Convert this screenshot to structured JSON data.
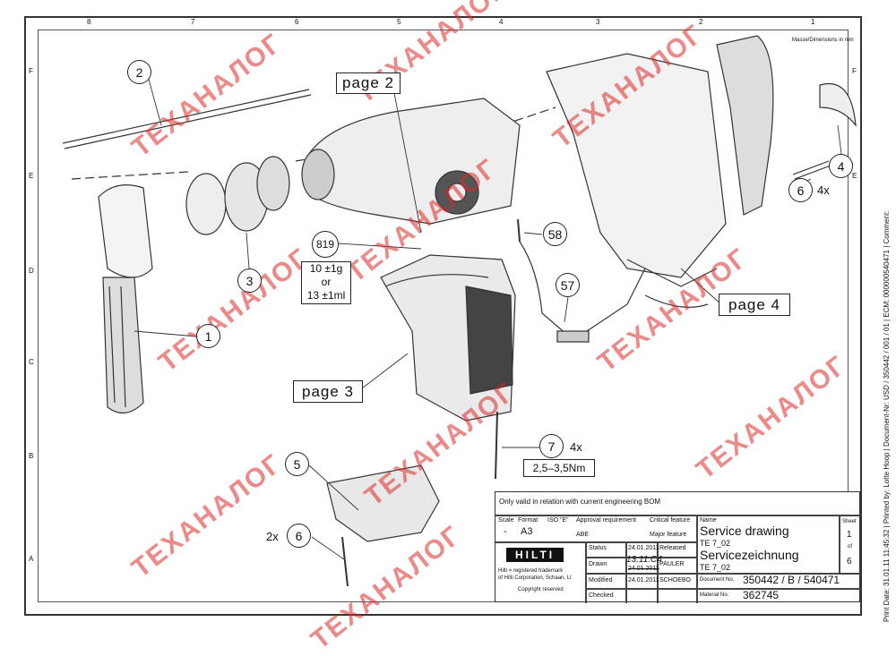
{
  "frame": {
    "columns": [
      "8",
      "7",
      "6",
      "5",
      "4",
      "3",
      "2",
      "1"
    ],
    "rows": [
      "F",
      "E",
      "D",
      "C",
      "B",
      "A"
    ],
    "dimensions_note": "Masse/Dimensions in mm"
  },
  "callouts": {
    "c1": "1",
    "c2": "2",
    "c3": "3",
    "c4": "4",
    "c5": "5",
    "c6a": "6",
    "c6b": "6",
    "c7": "7",
    "c57": "57",
    "c58": "58",
    "c819": "819"
  },
  "quantities": {
    "q6right": "4x",
    "q7": "4x",
    "q6left": "2x"
  },
  "pages": {
    "p2": "page 2",
    "p3": "page 3",
    "p4": "page 4"
  },
  "notes": {
    "grease_line1": "10 ±1g",
    "grease_line2": "or",
    "grease_line3": "13 ±1ml",
    "torque": "2,5–3,5Nm"
  },
  "watermark": "ТЕХАНАЛОГ",
  "title_block": {
    "validity": "Only valid in relation with current engineering BOM",
    "scale_label": "Scale",
    "scale_value": "-",
    "format_label": "Format",
    "format_value": "A3",
    "iso_label": "ISO \"E\"",
    "approval": "Approval requirement",
    "abe": "ABE",
    "critical": "Critical feature",
    "major": "Major feature",
    "logo": "HILTI",
    "trademark1": "Hilti = registered trademark",
    "trademark2": "of Hilti Corporation, Schaan, LI",
    "copyright": "Copyright reserved",
    "status_label": "Status",
    "status_date": "24.01.2011",
    "status_value": "Released",
    "drawn_label": "Drawn",
    "drawn_date": "24.01.2011",
    "drawn_sig": "13.11.C4",
    "drawn_name": "PAULER",
    "modified_label": "Modified",
    "modified_date": "24.01.2011",
    "modified_name": "SCHOEBO",
    "checked_label": "Checked",
    "name_label": "Name",
    "name_en": "Service drawing",
    "model_en": "TE 7_02",
    "name_de": "Servicezeichnung",
    "model_de": "TE 7_02",
    "sheet_label": "Sheet",
    "sheet_num": "1",
    "sheet_of": "of",
    "sheet_total": "6",
    "docno_label": "Document No.",
    "docno": "350442 / B / 540471",
    "material_label": "Material No.",
    "material": "362745"
  },
  "print_info": "Print Date: 31.01.11 11:45:32 | Printed by: Lotte Hoop | Document-Nr: USD / 350442 / 001 / 01 | ECM: 000000540471 | Comment:",
  "colors": {
    "watermark": "#dc2828",
    "line": "#222222"
  }
}
